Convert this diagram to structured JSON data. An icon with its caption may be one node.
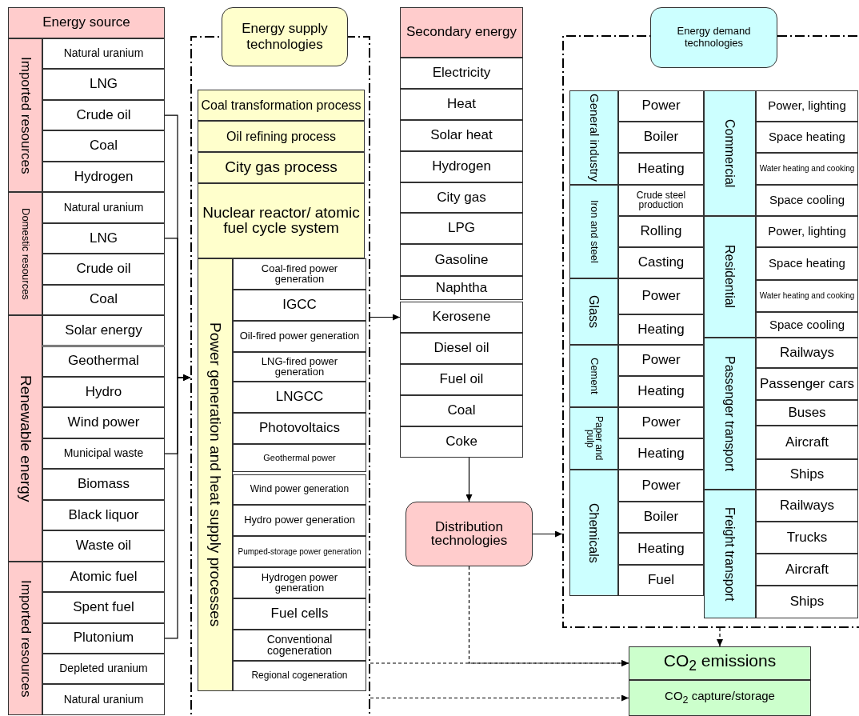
{
  "diagram": {
    "nodes": [
      {
        "text": [
          "Energy source"
        ]
      },
      {
        "text": [
          "Imported resources"
        ]
      },
      {
        "text": [
          "Natural uranium"
        ]
      },
      {
        "text": [
          "LNG"
        ]
      },
      {
        "text": [
          "Crude oil"
        ]
      },
      {
        "text": [
          "Coal"
        ]
      },
      {
        "text": [
          "Hydrogen"
        ]
      },
      {
        "text": [
          "Domestic resources"
        ]
      },
      {
        "text": [
          "Natural uranium"
        ]
      },
      {
        "text": [
          "LNG"
        ]
      },
      {
        "text": [
          "Crude oil"
        ]
      },
      {
        "text": [
          "Coal"
        ]
      },
      {
        "text": [
          "Renewable energy"
        ]
      },
      {
        "text": [
          "Solar energy"
        ]
      },
      {
        "text": [
          "Geothermal"
        ]
      },
      {
        "text": [
          "Hydro"
        ]
      },
      {
        "text": [
          "Wind power"
        ]
      },
      {
        "text": [
          "Municipal waste"
        ]
      },
      {
        "text": [
          "Biomass"
        ]
      },
      {
        "text": [
          "Black liquor"
        ]
      },
      {
        "text": [
          "Waste oil"
        ]
      },
      {
        "text": [
          "Imported resources"
        ]
      },
      {
        "text": [
          "Atomic fuel"
        ]
      },
      {
        "text": [
          "Spent fuel"
        ]
      },
      {
        "text": [
          "Plutonium"
        ]
      },
      {
        "text": [
          "Depleted uranium"
        ]
      },
      {
        "text": [
          "Natural uranium"
        ]
      },
      {
        "text": [
          "Energy supply technologies"
        ]
      },
      {
        "text": [
          "Coal transformation process"
        ],
        "in": 27
      },
      {
        "text": [
          "Oil refining process"
        ],
        "in": 27
      },
      {
        "text": [
          "City gas process"
        ],
        "in": 27
      },
      {
        "text": [
          "Nuclear reactor/ atomic fuel cycle system"
        ],
        "in": 27
      },
      {
        "text": [
          "Power generation and heat supply processes"
        ],
        "in": 27
      },
      {
        "text": [
          "Coal-fired power generation"
        ],
        "in": 27
      },
      {
        "text": [
          "IGCC"
        ],
        "in": 27
      },
      {
        "text": [
          "Oil-fired power generation"
        ],
        "in": 27
      },
      {
        "text": [
          "LNG-fired power generation"
        ],
        "in": 27
      },
      {
        "text": [
          "LNGCC"
        ],
        "in": 27
      },
      {
        "text": [
          "Photovoltaics"
        ],
        "in": 27
      },
      {
        "text": [
          "Geothermal power"
        ],
        "in": 27
      },
      {
        "text": [
          "Wind power generation"
        ],
        "in": 27
      },
      {
        "text": [
          "Hydro power generation"
        ],
        "in": 27
      },
      {
        "text": [
          "Pumped-storage power generation"
        ],
        "in": 27
      },
      {
        "text": [
          "Hydrogen power generation"
        ],
        "in": 27
      },
      {
        "text": [
          "Fuel cells"
        ],
        "in": 27
      },
      {
        "text": [
          "Conventional cogeneration"
        ],
        "in": 27
      },
      {
        "text": [
          "Regional cogeneration"
        ],
        "in": 27
      },
      {
        "text": [
          "Secondary energy"
        ]
      },
      {
        "text": [
          "Electricity"
        ]
      },
      {
        "text": [
          "Heat"
        ]
      },
      {
        "text": [
          "Solar heat"
        ]
      },
      {
        "text": [
          "Hydrogen"
        ]
      },
      {
        "text": [
          "City gas"
        ]
      },
      {
        "text": [
          "LPG"
        ]
      },
      {
        "text": [
          "Gasoline"
        ]
      },
      {
        "text": [
          "Naphtha"
        ]
      },
      {
        "text": [
          "Kerosene"
        ]
      },
      {
        "text": [
          "Diesel oil"
        ]
      },
      {
        "text": [
          "Fuel oil"
        ]
      },
      {
        "text": [
          "Coal"
        ]
      },
      {
        "text": [
          "Coke"
        ]
      },
      {
        "text": [
          "Distribution technologies"
        ]
      },
      {
        "text": [
          "Energy demand technologies"
        ]
      },
      {
        "text": [
          "General industry"
        ],
        "in": 62
      },
      {
        "text": [
          "Power"
        ],
        "in": 62
      },
      {
        "text": [
          "Boiler"
        ],
        "in": 62
      },
      {
        "text": [
          "Heating"
        ],
        "in": 62
      },
      {
        "text": [
          "Iron and steel"
        ],
        "in": 62
      },
      {
        "text": [
          "Crude steel production"
        ],
        "in": 62
      },
      {
        "text": [
          "Rolling"
        ],
        "in": 62
      },
      {
        "text": [
          "Casting"
        ],
        "in": 62
      },
      {
        "text": [
          "Glass"
        ],
        "in": 62
      },
      {
        "text": [
          "Power"
        ],
        "in": 62
      },
      {
        "text": [
          "Heating"
        ],
        "in": 62
      },
      {
        "text": [
          "Cement"
        ],
        "in": 62
      },
      {
        "text": [
          "Power"
        ],
        "in": 62
      },
      {
        "text": [
          "Heating"
        ],
        "in": 62
      },
      {
        "text": [
          "Paper and pulp"
        ],
        "in": 62
      },
      {
        "text": [
          "Power"
        ],
        "in": 62
      },
      {
        "text": [
          "Heating"
        ],
        "in": 62
      },
      {
        "text": [
          "Chemicals"
        ],
        "in": 62
      },
      {
        "text": [
          "Power"
        ],
        "in": 62
      },
      {
        "text": [
          "Boiler"
        ],
        "in": 62
      },
      {
        "text": [
          "Heating"
        ],
        "in": 62
      },
      {
        "text": [
          "Fuel"
        ],
        "in": 62
      },
      {
        "text": [
          "Commercial"
        ],
        "in": 62
      },
      {
        "text": [
          "Power, lighting"
        ],
        "in": 62
      },
      {
        "text": [
          "Space heating"
        ],
        "in": 62
      },
      {
        "text": [
          "Water heating and cooking"
        ],
        "in": 62
      },
      {
        "text": [
          "Space cooling"
        ],
        "in": 62
      },
      {
        "text": [
          "Residential"
        ],
        "in": 62
      },
      {
        "text": [
          "Power, lighting"
        ],
        "in": 62
      },
      {
        "text": [
          "Space heating"
        ],
        "in": 62
      },
      {
        "text": [
          "Water heating and cooking"
        ],
        "in": 62
      },
      {
        "text": [
          "Space cooling"
        ],
        "in": 62
      },
      {
        "text": [
          "Passenger transport"
        ],
        "in": 62
      },
      {
        "text": [
          "Railways"
        ],
        "in": 62
      },
      {
        "text": [
          "Passenger cars"
        ],
        "in": 62
      },
      {
        "text": [
          "Buses"
        ],
        "in": 62
      },
      {
        "text": [
          "Aircraft"
        ],
        "in": 62
      },
      {
        "text": [
          "Ships"
        ],
        "in": 62
      },
      {
        "text": [
          "Freight transport"
        ],
        "in": 62
      },
      {
        "text": [
          "Railways"
        ],
        "in": 62
      },
      {
        "text": [
          "Trucks"
        ],
        "in": 62
      },
      {
        "text": [
          "Aircraft"
        ],
        "in": 62
      },
      {
        "text": [
          "Ships"
        ],
        "in": 62
      },
      {
        "text": [
          "CO$_{2}$ emissions"
        ]
      },
      {
        "text": [
          "CO$_{2}$ capture/storage"
        ]
      }
    ],
    "edges": [
      {
        "from": 4,
        "to": 27,
        "arrow": "to"
      },
      {
        "from": 9,
        "to": 27,
        "arrow": "to"
      },
      {
        "from": 17,
        "to": 27,
        "arrow": "to"
      },
      {
        "from": 24,
        "to": 27,
        "arrow": "to"
      },
      {
        "from": 27,
        "to": 56,
        "arrow": "to"
      },
      {
        "from": 60,
        "to": 61,
        "arrow": "to"
      },
      {
        "from": 61,
        "to": 62,
        "arrow": "to"
      },
      {
        "from": 62,
        "to": 106,
        "arrow": "to",
        "style": "dashed"
      },
      {
        "from": 27,
        "to": 106,
        "arrow": "to",
        "style": "dashed"
      },
      {
        "from": 61,
        "to": 106,
        "arrow": "to",
        "style": "dashed"
      },
      {
        "from": 27,
        "to": 107,
        "arrow": "to",
        "style": "dashed"
      }
    ]
  }
}
